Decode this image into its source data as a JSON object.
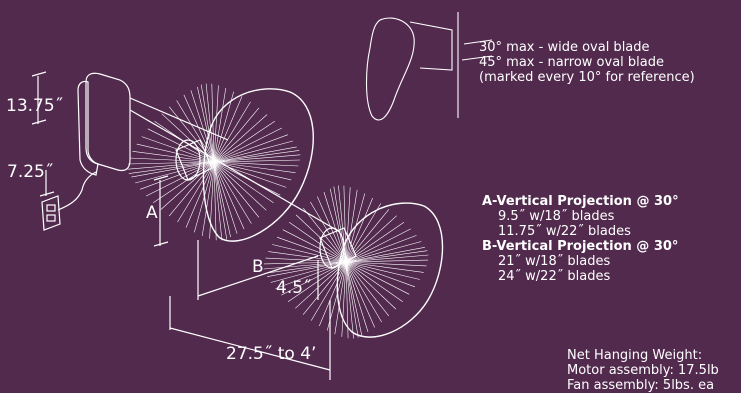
{
  "colors": {
    "background": "#522a4e",
    "line": "#ffffff"
  },
  "tilt_notes": {
    "wide": "30° max - wide oval blade",
    "narrow": "45° max - narrow oval blade",
    "reference": "(marked every 10° for reference)"
  },
  "dimensions": {
    "height_box": "13.75˝",
    "box_offset": "7.25˝",
    "a": "A",
    "b": "B",
    "depth": "4.5˝",
    "span": "27.5˝ to 4’"
  },
  "specs": {
    "a_title": "A-Vertical Projection @ 30°",
    "a_18": "9.5˝ w/18˝ blades",
    "a_22": "11.75˝ w/22˝ blades",
    "b_title": "B-Vertical Projection @ 30°",
    "b_18": "21˝ w/18˝ blades",
    "b_22": "24˝ w/22˝ blades"
  },
  "weight": {
    "title": "Net Hanging Weight:",
    "motor": "Motor assembly: 17.5lb",
    "fan": "Fan assembly: 5lbs. ea"
  }
}
